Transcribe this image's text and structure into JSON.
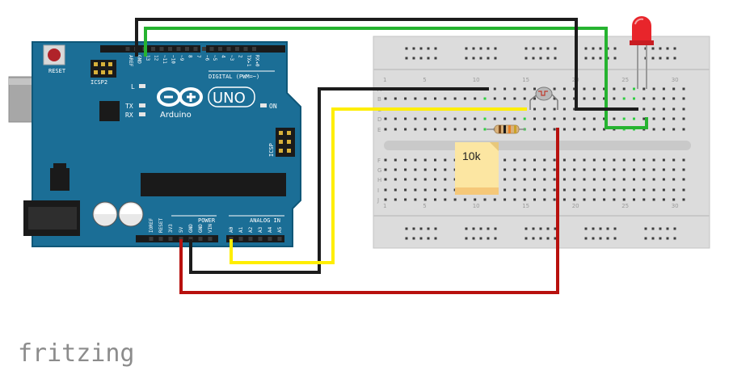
{
  "board": {
    "brand": "Arduino",
    "model": "UNO",
    "reset_label": "RESET",
    "icsp2_label": "ICSP2",
    "icsp_label": "ICSP",
    "digital_label": "DIGITAL (PWM=~)",
    "power_label": "POWER",
    "analog_label": "ANALOG IN",
    "on_label": "ON",
    "led_l": "L",
    "led_tx": "TX",
    "led_rx": "RX",
    "top_pins": [
      "AREF",
      "GND",
      "13",
      "12",
      "~11",
      "~10",
      "~9",
      "8",
      "7",
      "~6",
      "~5",
      "4",
      "~3",
      "2",
      "TX▸1",
      "RX◂0"
    ],
    "power_pins": [
      "IOREF",
      "RESET",
      "3V3",
      "5V",
      "GND",
      "GND",
      "VIN"
    ],
    "analog_pins": [
      "A0",
      "A1",
      "A2",
      "A3",
      "A4",
      "A5"
    ]
  },
  "breadboard": {
    "col_numbers": [
      "1",
      "5",
      "10",
      "15",
      "20",
      "25",
      "30"
    ],
    "rows_top": [
      "A",
      "B",
      "C",
      "D",
      "E"
    ],
    "rows_bottom": [
      "F",
      "G",
      "H",
      "I",
      "J"
    ]
  },
  "resistor_note": "10k",
  "footer_logo": "fritzing",
  "colors": {
    "board": "#1b6e96",
    "board_edge": "#0f5778",
    "wire_black": "#1c1c1c",
    "wire_green": "#26b330",
    "wire_yellow": "#ffee00",
    "wire_red": "#b8110e",
    "breadboard": "#dcdcdc",
    "note": "#fce6a2",
    "led": "#e8252b"
  }
}
